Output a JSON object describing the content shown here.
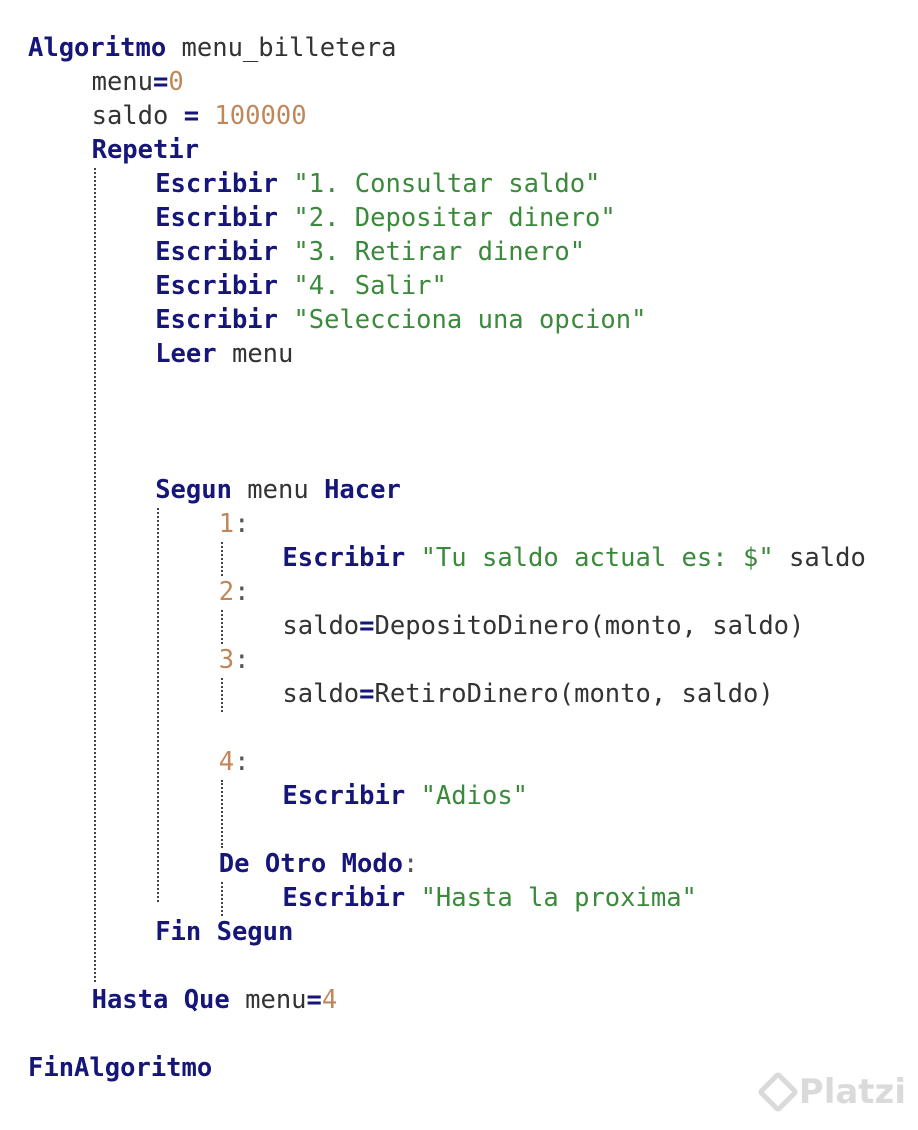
{
  "editor": {
    "lines": [
      {
        "indent": 0,
        "tokens": [
          {
            "t": "Algoritmo",
            "k": "kw"
          },
          {
            "t": " menu_billetera",
            "k": "id"
          }
        ]
      },
      {
        "indent": 4,
        "tokens": [
          {
            "t": "menu",
            "k": "id"
          },
          {
            "t": "=",
            "k": "op"
          },
          {
            "t": "0",
            "k": "num"
          }
        ]
      },
      {
        "indent": 4,
        "tokens": [
          {
            "t": "saldo ",
            "k": "id"
          },
          {
            "t": "=",
            "k": "op"
          },
          {
            "t": " 100000",
            "k": "num"
          }
        ]
      },
      {
        "indent": 4,
        "tokens": [
          {
            "t": "Repetir",
            "k": "kw"
          }
        ]
      },
      {
        "indent": 8,
        "tokens": [
          {
            "t": "Escribir",
            "k": "kw"
          },
          {
            "t": " \"1. Consultar saldo\"",
            "k": "str"
          }
        ]
      },
      {
        "indent": 8,
        "tokens": [
          {
            "t": "Escribir",
            "k": "kw"
          },
          {
            "t": " \"2. Depositar dinero\"",
            "k": "str"
          }
        ]
      },
      {
        "indent": 8,
        "tokens": [
          {
            "t": "Escribir",
            "k": "kw"
          },
          {
            "t": " \"3. Retirar dinero\"",
            "k": "str"
          }
        ]
      },
      {
        "indent": 8,
        "tokens": [
          {
            "t": "Escribir",
            "k": "kw"
          },
          {
            "t": " \"4. Salir\"",
            "k": "str"
          }
        ]
      },
      {
        "indent": 8,
        "tokens": [
          {
            "t": "Escribir",
            "k": "kw"
          },
          {
            "t": " \"Selecciona una opcion\"",
            "k": "str"
          }
        ]
      },
      {
        "indent": 8,
        "tokens": [
          {
            "t": "Leer",
            "k": "kw"
          },
          {
            "t": " menu",
            "k": "id"
          }
        ]
      },
      {
        "indent": 0,
        "tokens": []
      },
      {
        "indent": 0,
        "tokens": []
      },
      {
        "indent": 0,
        "tokens": []
      },
      {
        "indent": 8,
        "tokens": [
          {
            "t": "Segun",
            "k": "kw"
          },
          {
            "t": " menu ",
            "k": "id"
          },
          {
            "t": "Hacer",
            "k": "kw"
          }
        ]
      },
      {
        "indent": 12,
        "tokens": [
          {
            "t": "1",
            "k": "num"
          },
          {
            "t": ":",
            "k": "punc"
          }
        ]
      },
      {
        "indent": 16,
        "tokens": [
          {
            "t": "Escribir",
            "k": "kw"
          },
          {
            "t": " \"Tu saldo actual es: $\"",
            "k": "str"
          },
          {
            "t": " saldo",
            "k": "id"
          }
        ]
      },
      {
        "indent": 12,
        "tokens": [
          {
            "t": "2",
            "k": "num"
          },
          {
            "t": ":",
            "k": "punc"
          }
        ]
      },
      {
        "indent": 16,
        "tokens": [
          {
            "t": "saldo",
            "k": "id"
          },
          {
            "t": "=",
            "k": "op"
          },
          {
            "t": "DepositoDinero(monto, saldo)",
            "k": "id"
          }
        ]
      },
      {
        "indent": 12,
        "tokens": [
          {
            "t": "3",
            "k": "num"
          },
          {
            "t": ":",
            "k": "punc"
          }
        ]
      },
      {
        "indent": 16,
        "tokens": [
          {
            "t": "saldo",
            "k": "id"
          },
          {
            "t": "=",
            "k": "op"
          },
          {
            "t": "RetiroDinero(monto, saldo)",
            "k": "id"
          }
        ]
      },
      {
        "indent": 0,
        "tokens": []
      },
      {
        "indent": 12,
        "tokens": [
          {
            "t": "4",
            "k": "num"
          },
          {
            "t": ":",
            "k": "punc"
          }
        ]
      },
      {
        "indent": 16,
        "tokens": [
          {
            "t": "Escribir",
            "k": "kw"
          },
          {
            "t": " \"Adios\"",
            "k": "str"
          }
        ]
      },
      {
        "indent": 0,
        "tokens": []
      },
      {
        "indent": 12,
        "tokens": [
          {
            "t": "De Otro Modo",
            "k": "kw"
          },
          {
            "t": ":",
            "k": "punc"
          }
        ]
      },
      {
        "indent": 16,
        "tokens": [
          {
            "t": "Escribir",
            "k": "kw"
          },
          {
            "t": " \"Hasta la proxima\"",
            "k": "str"
          }
        ]
      },
      {
        "indent": 8,
        "tokens": [
          {
            "t": "Fin Segun",
            "k": "kw"
          }
        ]
      },
      {
        "indent": 0,
        "tokens": []
      },
      {
        "indent": 4,
        "tokens": [
          {
            "t": "Hasta Que",
            "k": "kw"
          },
          {
            "t": " menu",
            "k": "id"
          },
          {
            "t": "=",
            "k": "op"
          },
          {
            "t": "4",
            "k": "num"
          }
        ]
      },
      {
        "indent": 0,
        "tokens": []
      },
      {
        "indent": 0,
        "tokens": [
          {
            "t": "FinAlgoritmo",
            "k": "kw"
          }
        ]
      }
    ]
  },
  "watermark": {
    "text": "Platzi"
  },
  "colors": {
    "keyword": "#16167a",
    "string": "#3b8a3b",
    "number": "#c0875a",
    "identifier": "#333333"
  }
}
